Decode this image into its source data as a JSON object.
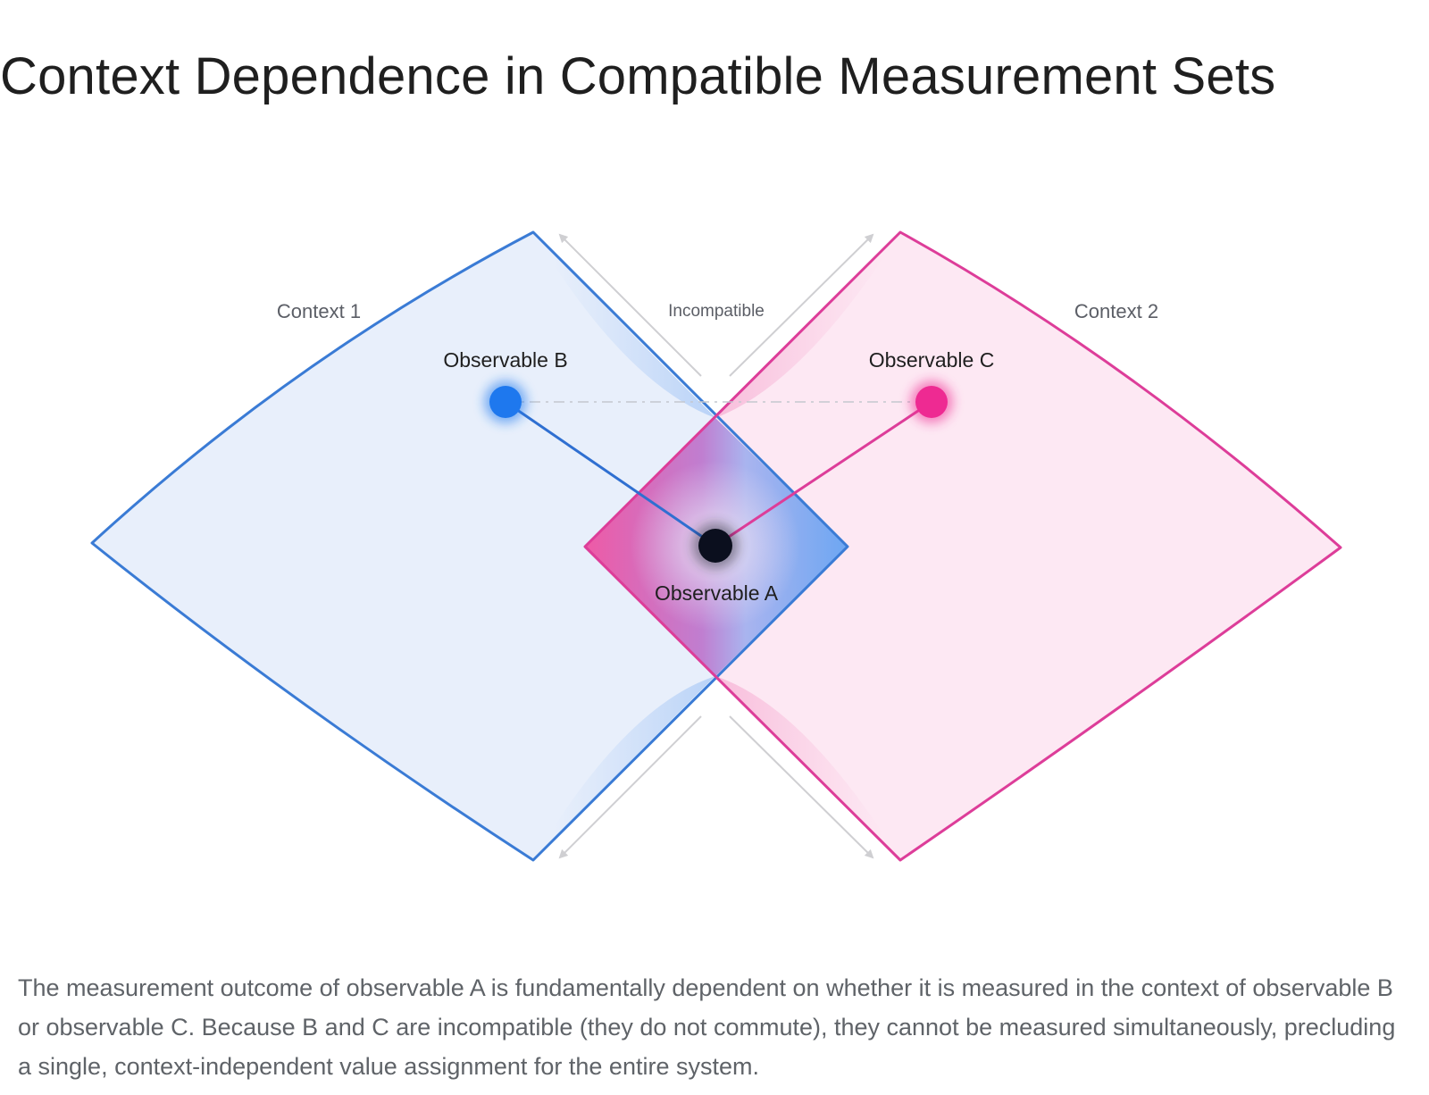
{
  "title": "Context Dependence in Compatible Measurement Sets",
  "diagram": {
    "context_1_label": "Context 1",
    "context_2_label": "Context 2",
    "incompatible_label": "Incompatible",
    "observable_a_label": "Observable A",
    "observable_b_label": "Observable B",
    "observable_c_label": "Observable C",
    "colors": {
      "context_1": "#3a7bd5",
      "context_1_fill": "#e8effb",
      "context_2": "#dd3d99",
      "context_2_fill": "#fde6f2",
      "observable_a": "#0b0f1e",
      "observable_b": "#1e78ee",
      "observable_c": "#ee2a92",
      "arrow": "#cfcfd2"
    }
  },
  "caption": "The measurement outcome of observable A is fundamentally dependent on whether it is measured in the context of observable B or observable C. Because B and C are incompatible (they do not commute), they cannot be measured simultaneously, precluding a single, context-independent value assignment for the entire system."
}
